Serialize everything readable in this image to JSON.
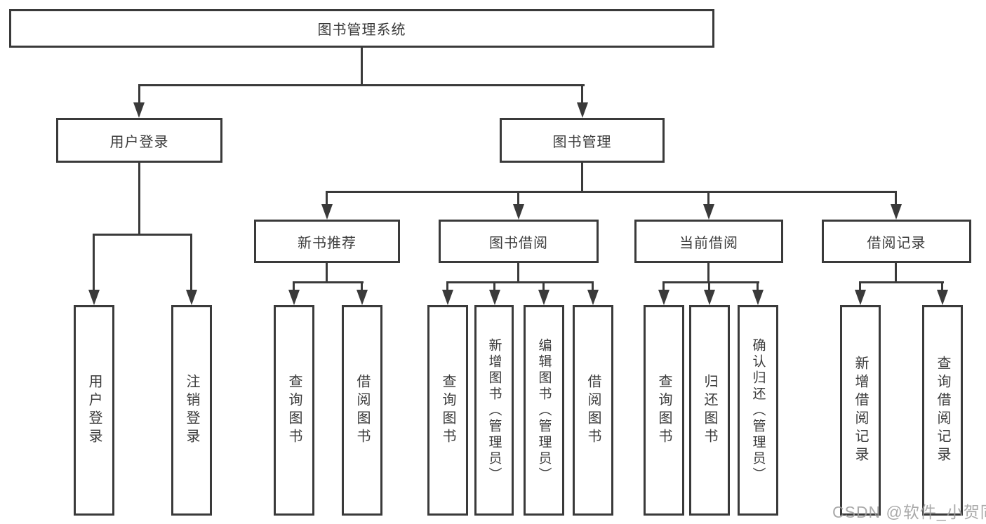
{
  "nodes": {
    "root": "图书管理系统",
    "level2": [
      "用户登录",
      "图书管理"
    ],
    "level3": [
      "新书推荐",
      "图书借阅",
      "当前借阅",
      "借阅记录"
    ],
    "leaves": {
      "user_login": [
        "用户登录",
        "注销登录"
      ],
      "new_book_recommend": [
        "查询图书",
        "借阅图书"
      ],
      "book_borrow": [
        "查询图书",
        "新增图书（管理员）",
        "编辑图书（管理员）",
        "借阅图书"
      ],
      "current_borrow": [
        "查询图书",
        "归还图书",
        "确认归还（管理员）"
      ],
      "borrow_record": [
        "新增借阅记录",
        "查询借阅记录"
      ]
    }
  },
  "watermark": "CSDN @软件_小贺同学",
  "colors": {
    "line": "#3a3a3a",
    "text": "#3b3b3b",
    "background": "#ffffff",
    "watermark": "#9c9c9c"
  }
}
